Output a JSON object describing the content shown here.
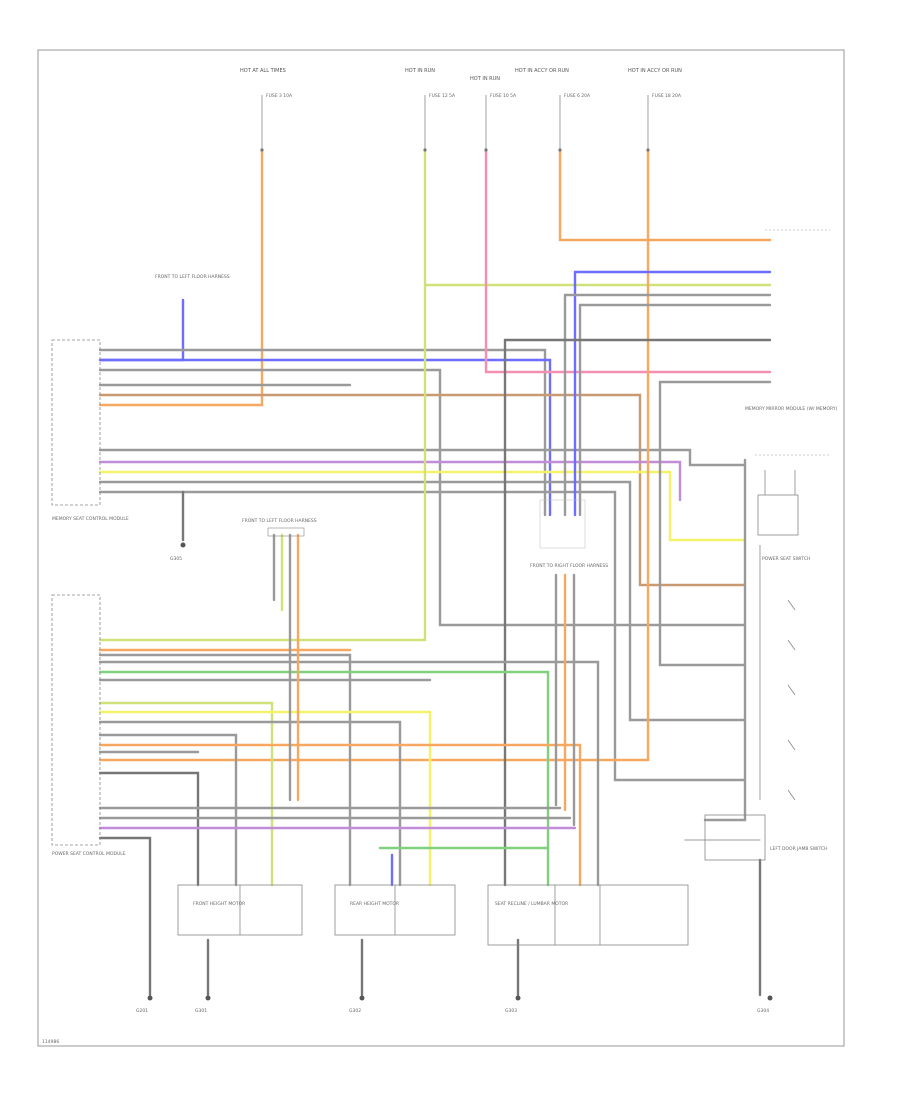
{
  "diagram": {
    "frame_id": "114986",
    "colors": {
      "orange": "#f7a860",
      "blue": "#6d6dff",
      "pink": "#f48fb0",
      "yellow": "#f3f36a",
      "yellowgreen": "#cfe27a",
      "green": "#7fd07f",
      "gray": "#9a9a9a",
      "violet": "#c18cd8",
      "black": "#777777"
    },
    "components": {
      "fuse_1": {
        "label": "HOT AT ALL TIMES",
        "fuse": "FUSE 3 10A"
      },
      "fuse_2": {
        "label": "HOT IN RUN",
        "fuse": "FUSE 12 5A"
      },
      "fuse_3": {
        "label": "HOT IN RUN",
        "fuse": "FUSE 10 5A"
      },
      "fuse_4": {
        "label": "HOT IN ACCY OR RUN",
        "fuse": "FUSE 6 20A"
      },
      "fuse_5": {
        "label": "HOT IN ACCY OR RUN",
        "fuse": "FUSE 18 20A"
      },
      "pcm_top": "MEMORY SEAT CONTROL MODULE",
      "pcm_bottom": "POWER SEAT CONTROL MODULE",
      "splice_a": "FRONT TO LEFT FLOOR HARNESS",
      "splice_b": "FRONT TO LEFT FLOOR HARNESS",
      "splice_c": "FRONT TO RIGHT FLOOR HARNESS",
      "right_module": "MEMORY MIRROR MODULE (W/ MEMORY)",
      "switch_block": "POWER SEAT SWITCH",
      "door_switch": "LEFT DOOR JAMB SWITCH",
      "motor_1": "FRONT HEIGHT MOTOR",
      "motor_2": "REAR HEIGHT MOTOR",
      "motor_3": "SEAT RECLINE / LUMBAR MOTOR",
      "ground_1": "G201",
      "ground_2": "G301",
      "ground_3": "G302",
      "ground_4": "G303",
      "ground_5": "G304",
      "ground_6": "G305"
    }
  }
}
